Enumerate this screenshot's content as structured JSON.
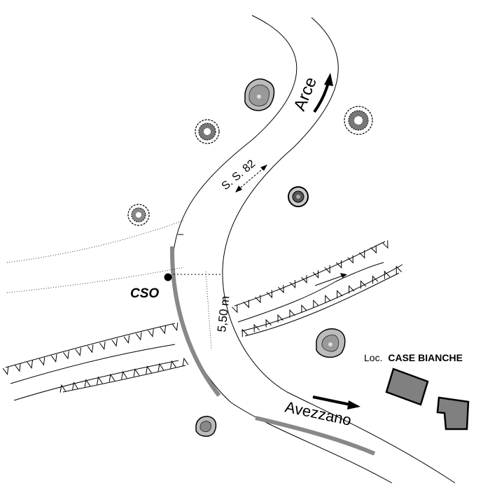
{
  "labels": {
    "arce": "Arce",
    "road": "S. S. 82",
    "cso": "CSO",
    "width": "5,50 m",
    "locality_prefix": "Loc.",
    "locality_name": "CASE BIANCHE",
    "avezzano": "Avezzano"
  },
  "colors": {
    "building_fill": "#808080",
    "road_edge_marked": "#888888",
    "line": "#000000"
  },
  "icons": [
    "tree-icon",
    "shrub-icon",
    "building-icon",
    "direction-arrow-icon",
    "double-arrow-icon",
    "point-marker-icon"
  ]
}
